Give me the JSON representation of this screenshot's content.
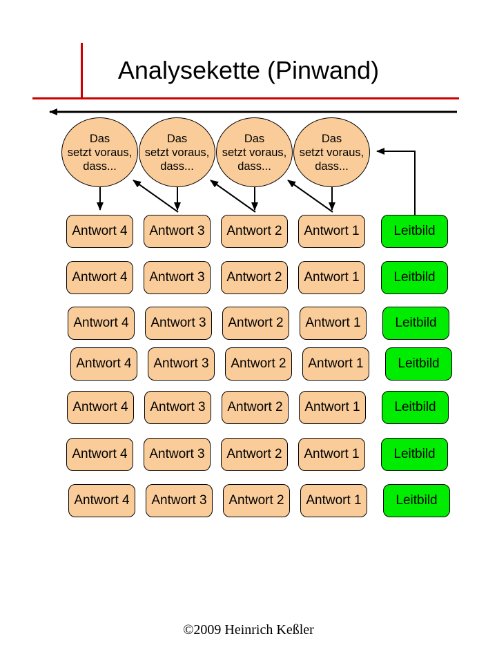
{
  "slide": {
    "title": "Analysekette (Pinwand)",
    "footer": "©2009 Heinrich Keßler"
  },
  "bubbles": [
    {
      "lines": [
        "Das",
        "setzt voraus,",
        "dass..."
      ]
    },
    {
      "lines": [
        "Das",
        "setzt voraus,",
        "dass..."
      ]
    },
    {
      "lines": [
        "Das",
        "setzt voraus,",
        "dass..."
      ]
    },
    {
      "lines": [
        "Das",
        "setzt voraus,",
        "dass..."
      ]
    }
  ],
  "grid": {
    "columns": [
      "Antwort 4",
      "Antwort 3",
      "Antwort 2",
      "Antwort 1",
      "Leitbild"
    ],
    "rows": [
      [
        "Antwort 4",
        "Antwort 3",
        "Antwort 2",
        "Antwort 1",
        "Leitbild"
      ],
      [
        "Antwort 4",
        "Antwort 3",
        "Antwort 2",
        "Antwort 1",
        "Leitbild"
      ],
      [
        "Antwort 4",
        "Antwort 3",
        "Antwort 2",
        "Antwort 1",
        "Leitbild"
      ],
      [
        "Antwort 4",
        "Antwort 3",
        "Antwort 2",
        "Antwort 1",
        "Leitbild"
      ],
      [
        "Antwort 4",
        "Antwort 3",
        "Antwort 2",
        "Antwort 1",
        "Leitbild"
      ],
      [
        "Antwort 4",
        "Antwort 3",
        "Antwort 2",
        "Antwort 1",
        "Leitbild"
      ],
      [
        "Antwort 4",
        "Antwort 3",
        "Antwort 2",
        "Antwort 1",
        "Leitbild"
      ]
    ]
  },
  "icons": {
    "top_arrow": "left-arrow",
    "bubble_arrow": "down-arrow",
    "back_arrow": "up-left-arrow",
    "feedback_connector": "elbow-left-arrow"
  },
  "colors": {
    "card_fill": "#FACC99",
    "leitbild_fill": "#00EC00",
    "accent_red": "#CC0000",
    "connector_black": "#000000"
  }
}
